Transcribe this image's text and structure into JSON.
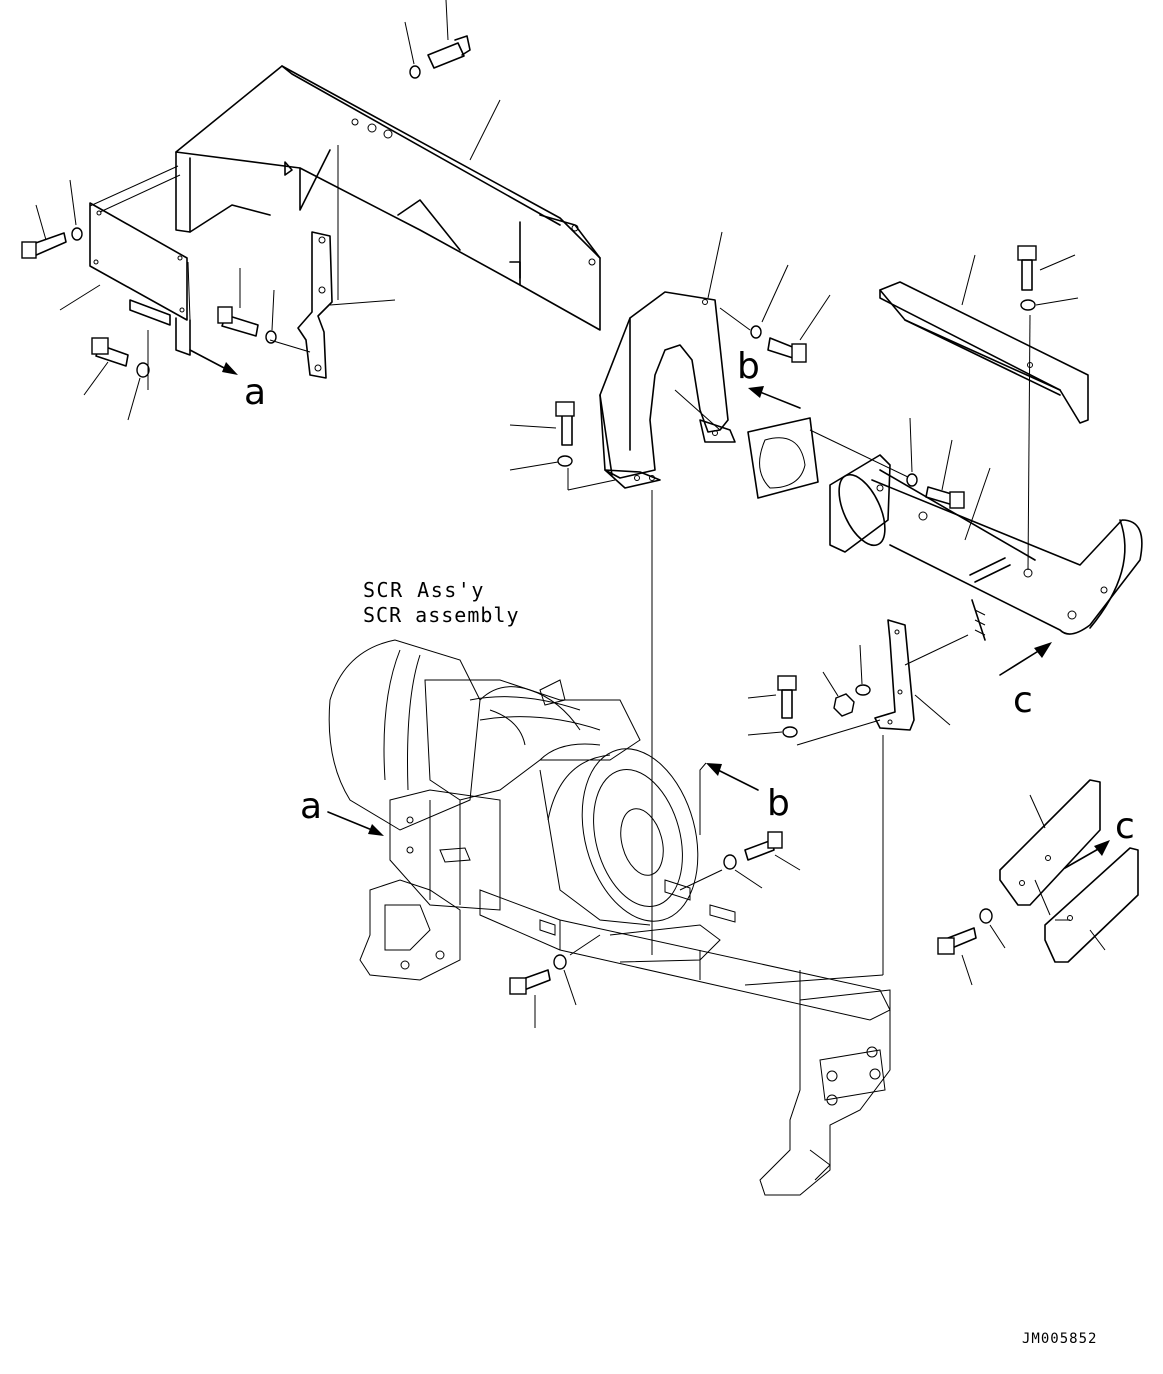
{
  "drawing": {
    "assembly_label_jp": "SCR Ass'y",
    "assembly_label_en": "SCR assembly",
    "drawing_number": "JM005852"
  },
  "view_markers": {
    "a": "a",
    "b": "b",
    "c": "c"
  }
}
